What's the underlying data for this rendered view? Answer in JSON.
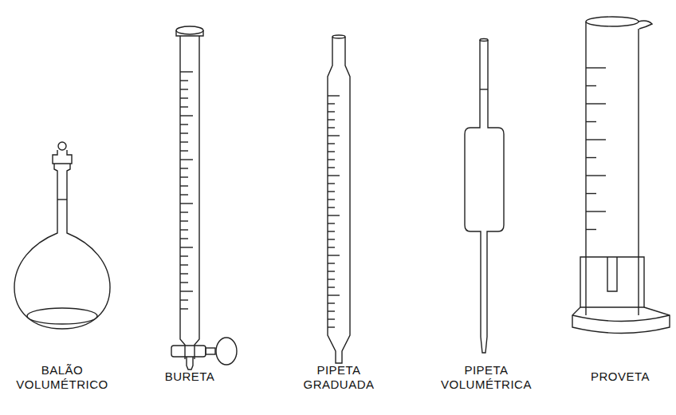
{
  "diagram": {
    "labels": [
      "BALÃO VOLUMÉTRICO",
      "BURETA",
      "PIPETA GRADUADA",
      "PIPETA VOLUMÉTRICA",
      "PROVETA"
    ]
  }
}
